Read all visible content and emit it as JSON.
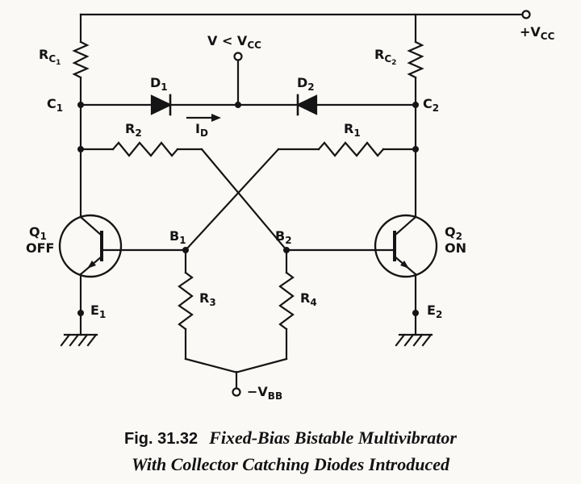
{
  "colors": {
    "ink": "#151515",
    "paper": "#faf9f6"
  },
  "figure": {
    "fig_label": "Fig. 31.32",
    "caption_line1": "Fixed-Bias Bistable Multivibrator",
    "caption_line2": "With Collector Catching Diodes Introduced"
  },
  "labels": {
    "vcc": {
      "main": "+V",
      "sub": "CC"
    },
    "vless": {
      "main": "V < V",
      "sub": "CC"
    },
    "rc1": {
      "main": "R",
      "sub": "C",
      "sub2": "1"
    },
    "rc2": {
      "main": "R",
      "sub": "C",
      "sub2": "2"
    },
    "d1": {
      "main": "D",
      "sub": "1"
    },
    "d2": {
      "main": "D",
      "sub": "2"
    },
    "id": {
      "main": "I",
      "sub": "D"
    },
    "c1": {
      "main": "C",
      "sub": "1"
    },
    "c2": {
      "main": "C",
      "sub": "2"
    },
    "r1": {
      "main": "R",
      "sub": "1"
    },
    "r2": {
      "main": "R",
      "sub": "2"
    },
    "r3": {
      "main": "R",
      "sub": "3"
    },
    "r4": {
      "main": "R",
      "sub": "4"
    },
    "b1": {
      "main": "B",
      "sub": "1"
    },
    "b2": {
      "main": "B",
      "sub": "2"
    },
    "e1": {
      "main": "E",
      "sub": "1"
    },
    "e2": {
      "main": "E",
      "sub": "2"
    },
    "q1": {
      "main": "Q",
      "sub": "1"
    },
    "q2": {
      "main": "Q",
      "sub": "2"
    },
    "q1_state": "OFF",
    "q2_state": "ON",
    "vbb": {
      "main": "−V",
      "sub": "BB"
    }
  }
}
